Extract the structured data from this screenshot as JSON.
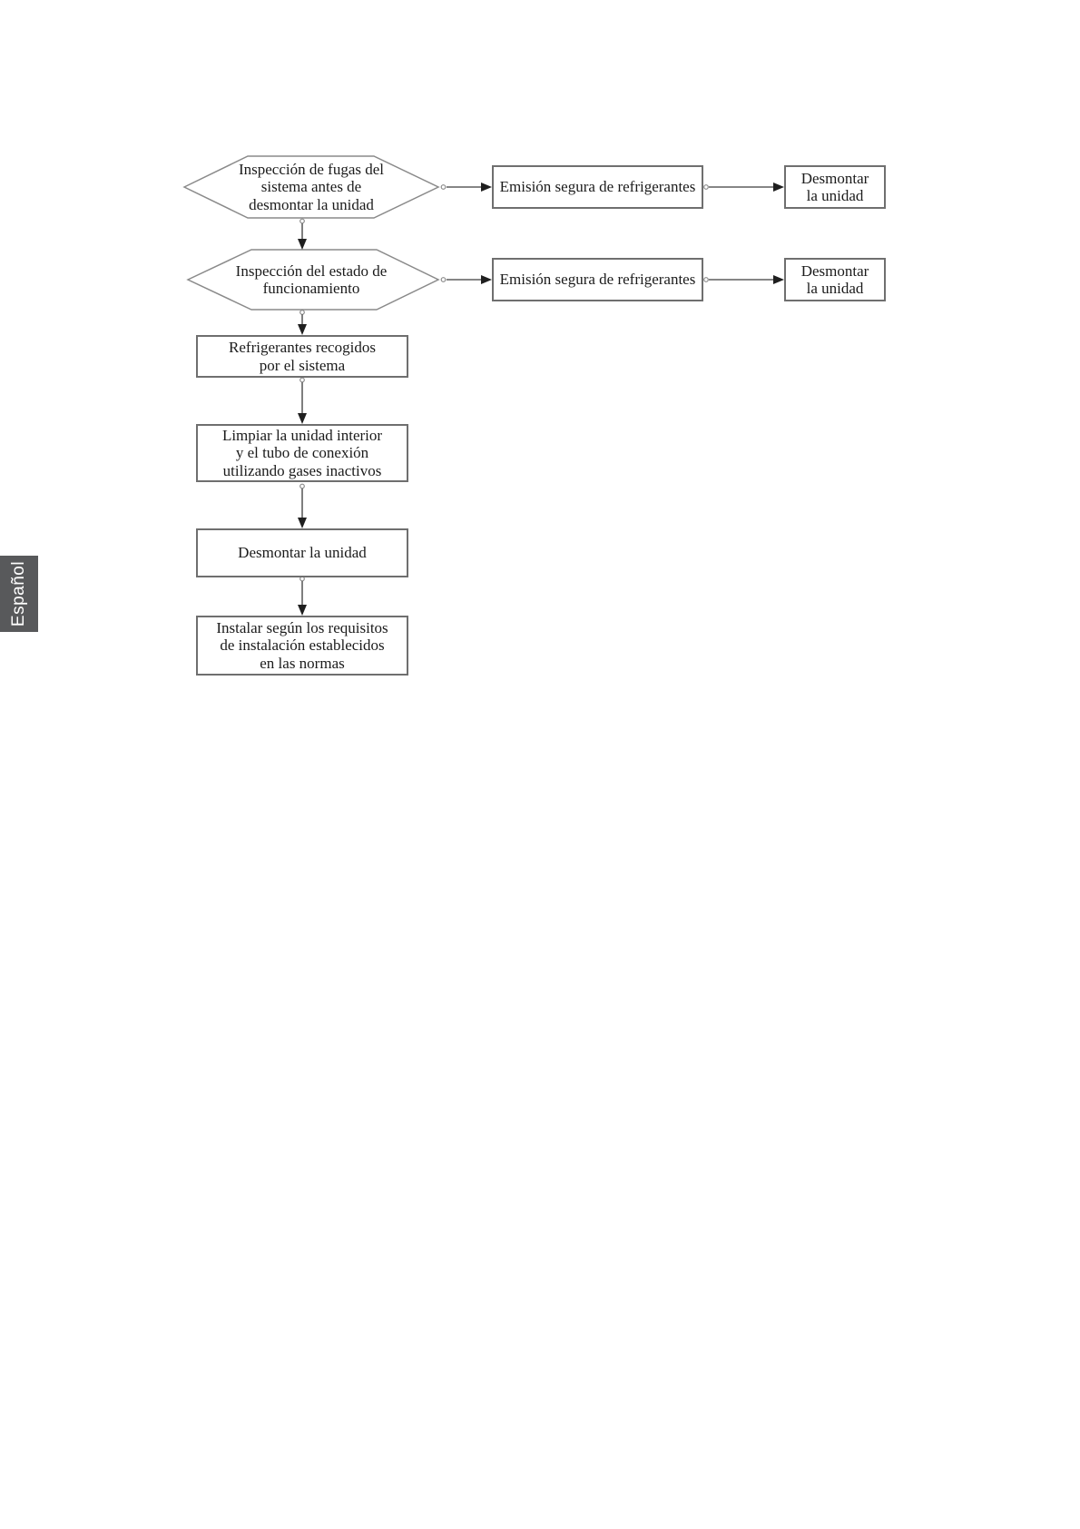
{
  "page": {
    "background": "#ffffff"
  },
  "language_tab": {
    "label": "Español",
    "background": "#58595b",
    "text_color": "#ffffff"
  },
  "flowchart": {
    "line_color": "#5f5f5f",
    "hexagon_border_color": "#8a8a8a",
    "box_border_color": "#6f6f6f",
    "arrowhead_color": "#1f1f1f",
    "text_color": "#1b1b1b",
    "nodes": {
      "leak_inspection": [
        "Inspección de fugas del",
        "sistema antes de",
        "desmontar la unidad"
      ],
      "emission_1": [
        "Emisión segura de refrigerantes"
      ],
      "dismount_1": [
        "Desmontar",
        "la unidad"
      ],
      "operation_inspection": [
        "Inspección del estado de",
        "funcionamiento"
      ],
      "emission_2": [
        "Emisión segura de refrigerantes"
      ],
      "dismount_2": [
        "Desmontar",
        "la unidad"
      ],
      "refrigerants_collected": [
        "Refrigerantes recogidos",
        "por el sistema"
      ],
      "clean_unit": [
        "Limpiar la unidad interior",
        "y el tubo de conexión",
        "utilizando gases inactivos"
      ],
      "dismount_unit": [
        "Desmontar la unidad"
      ],
      "install_standards": [
        "Instalar según los requisitos",
        "de instalación establecidos",
        "en las normas"
      ]
    }
  }
}
